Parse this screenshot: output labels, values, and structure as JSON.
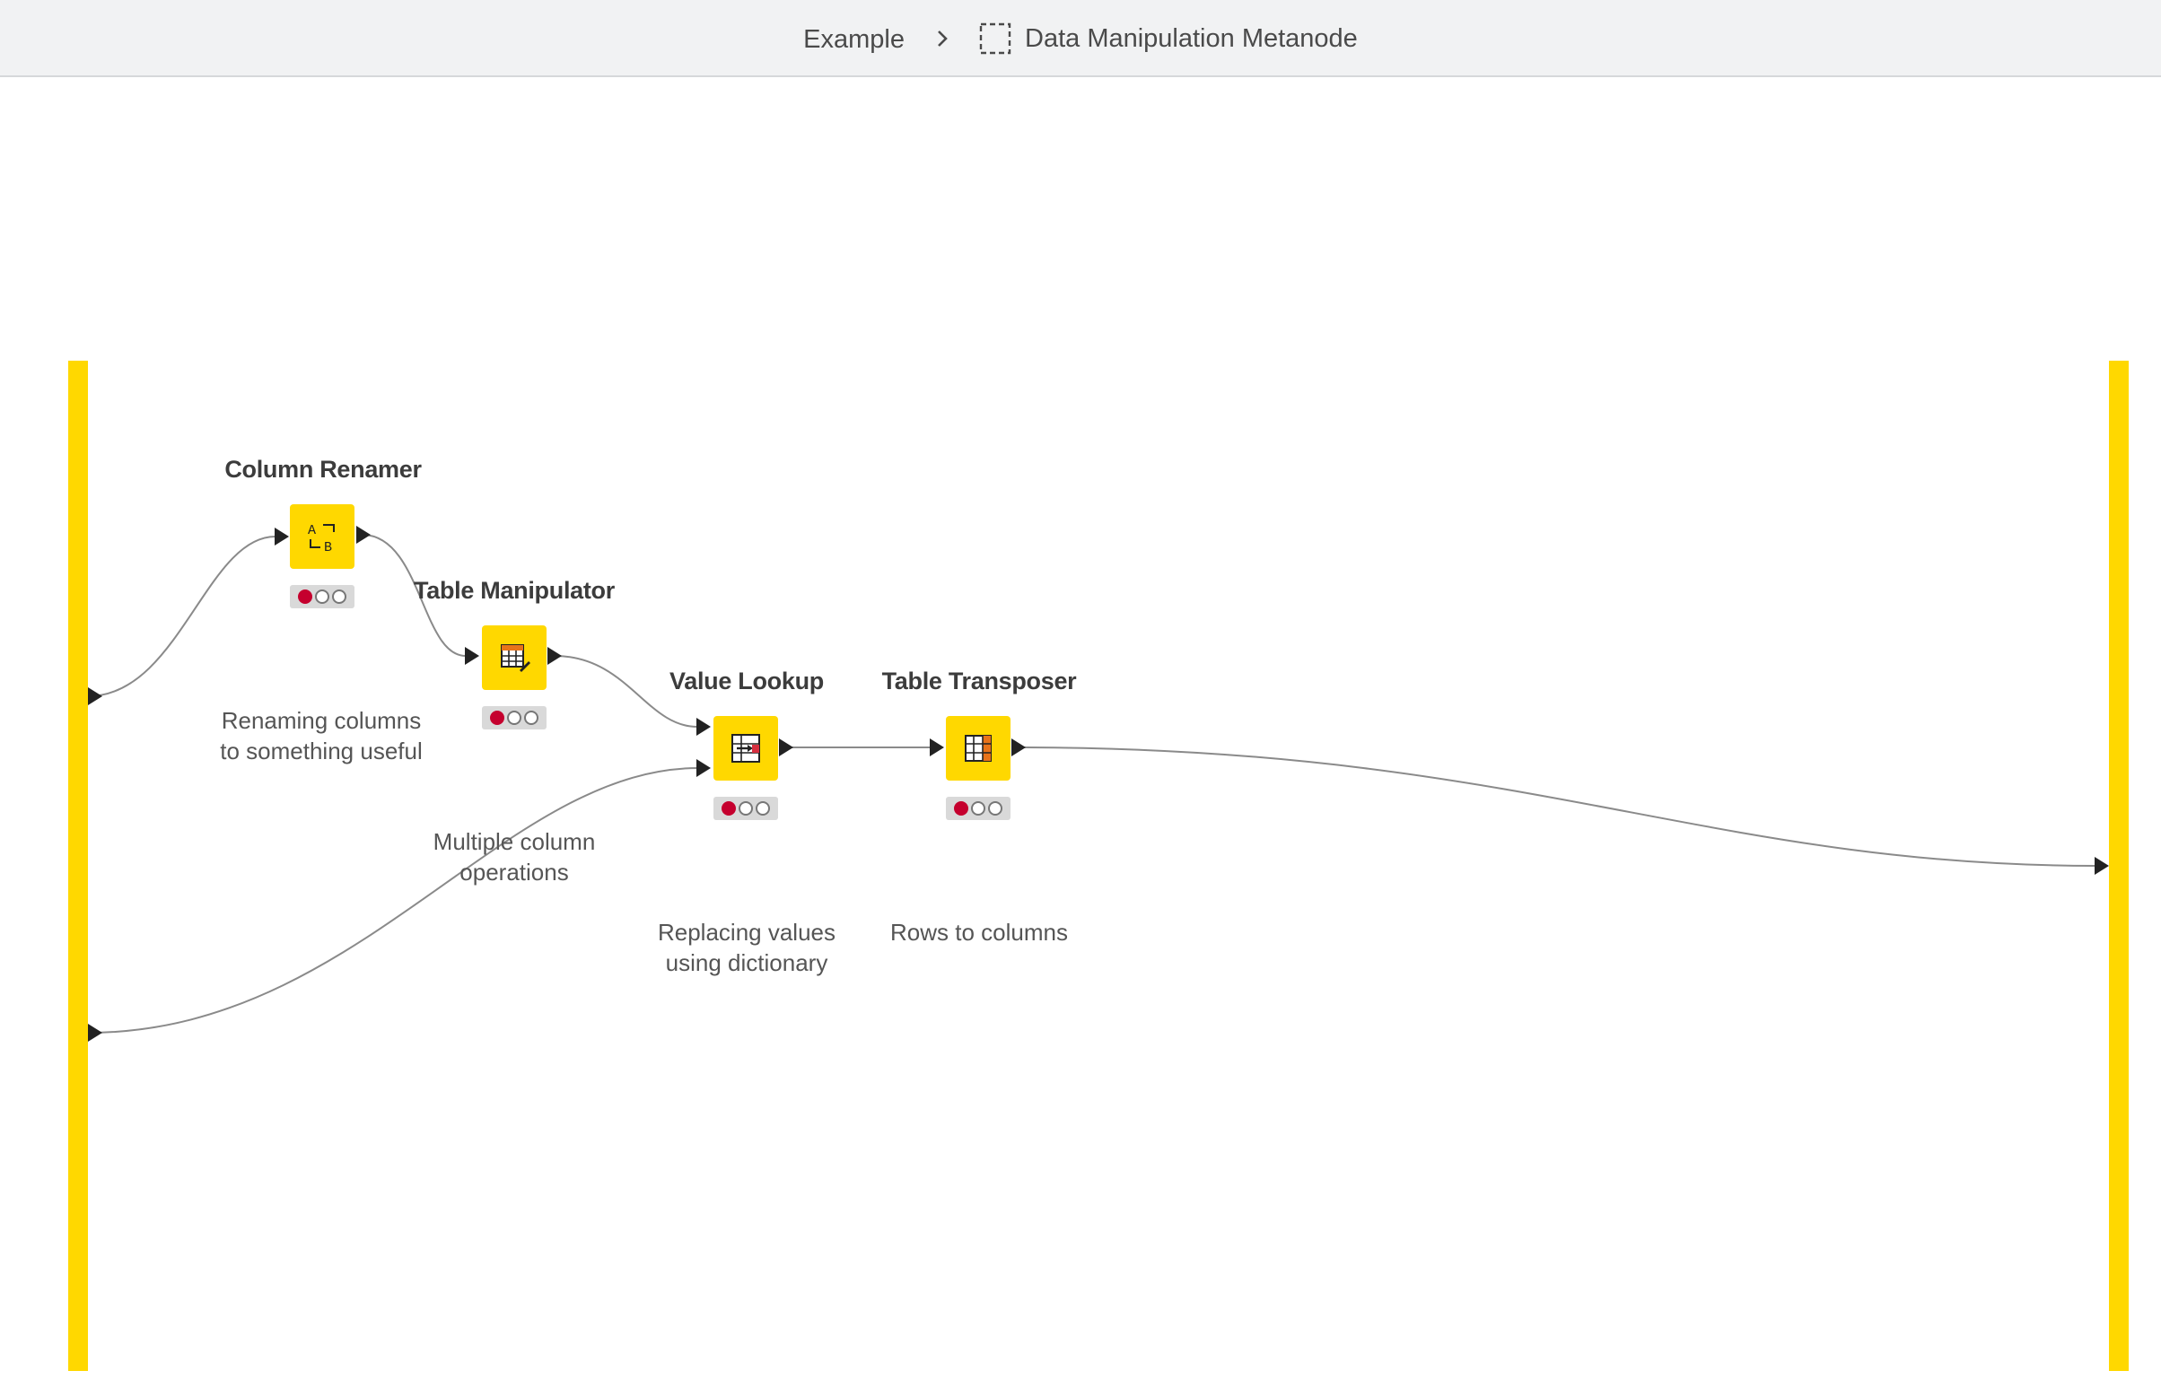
{
  "breadcrumb": {
    "root": "Example",
    "current": "Data Manipulation Metanode"
  },
  "colors": {
    "node": "#ffd800",
    "status_red": "#c5002e"
  },
  "nodes": [
    {
      "title": "Column Renamer",
      "desc_line1": "Renaming columns",
      "desc_line2": "to something useful",
      "icon": "column-rename-icon"
    },
    {
      "title": "Table Manipulator",
      "desc_line1": "Multiple column",
      "desc_line2": "operations",
      "icon": "table-edit-icon"
    },
    {
      "title": "Value Lookup",
      "desc_line1": "Replacing values",
      "desc_line2": "using dictionary",
      "icon": "value-lookup-icon"
    },
    {
      "title": "Table Transposer",
      "desc_line1": "Rows to columns",
      "desc_line2": "",
      "icon": "table-transpose-icon"
    }
  ]
}
